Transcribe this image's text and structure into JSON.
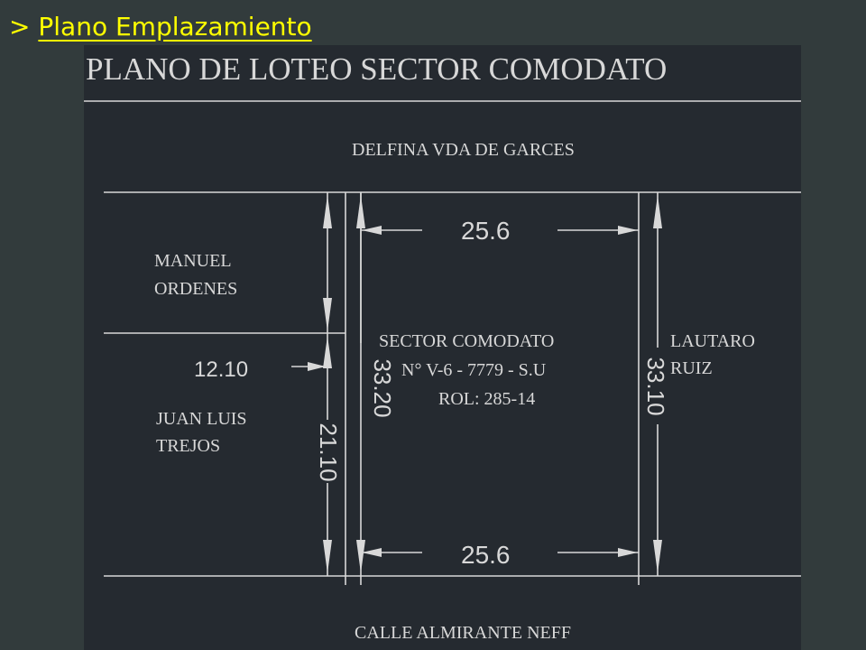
{
  "header": {
    "marker": ">",
    "link": "Plano Emplazamiento"
  },
  "plan": {
    "title": "PLANO  DE LOTEO  SECTOR COMODATO",
    "north_neighbor": "DELFINA VDA DE GARCES",
    "west_neighbor_1_line1": "MANUEL",
    "west_neighbor_1_line2": "ORDENES",
    "west_neighbor_2_line1": "JUAN LUIS",
    "west_neighbor_2_line2": "TREJOS",
    "east_neighbor_line1": "LAUTARO",
    "east_neighbor_line2": "RUIZ",
    "lot_line1": "SECTOR  COMODATO",
    "lot_line2": "N° V-6 - 7779 - S.U",
    "lot_line3": "ROL: 285-14",
    "south_street": "CALLE ALMIRANTE NEFF",
    "dim_top": "25.6",
    "dim_bottom": "25.6",
    "dim_left_outer": "33.20",
    "dim_right": "33.10",
    "dim_left_lower": "21.10",
    "dim_west_lower": "12.10"
  },
  "colors": {
    "slide_bg": "#323b3c",
    "plan_bg": "#252a30",
    "header_text": "#ffff00",
    "drawing_lines": "#d8d8d8"
  }
}
